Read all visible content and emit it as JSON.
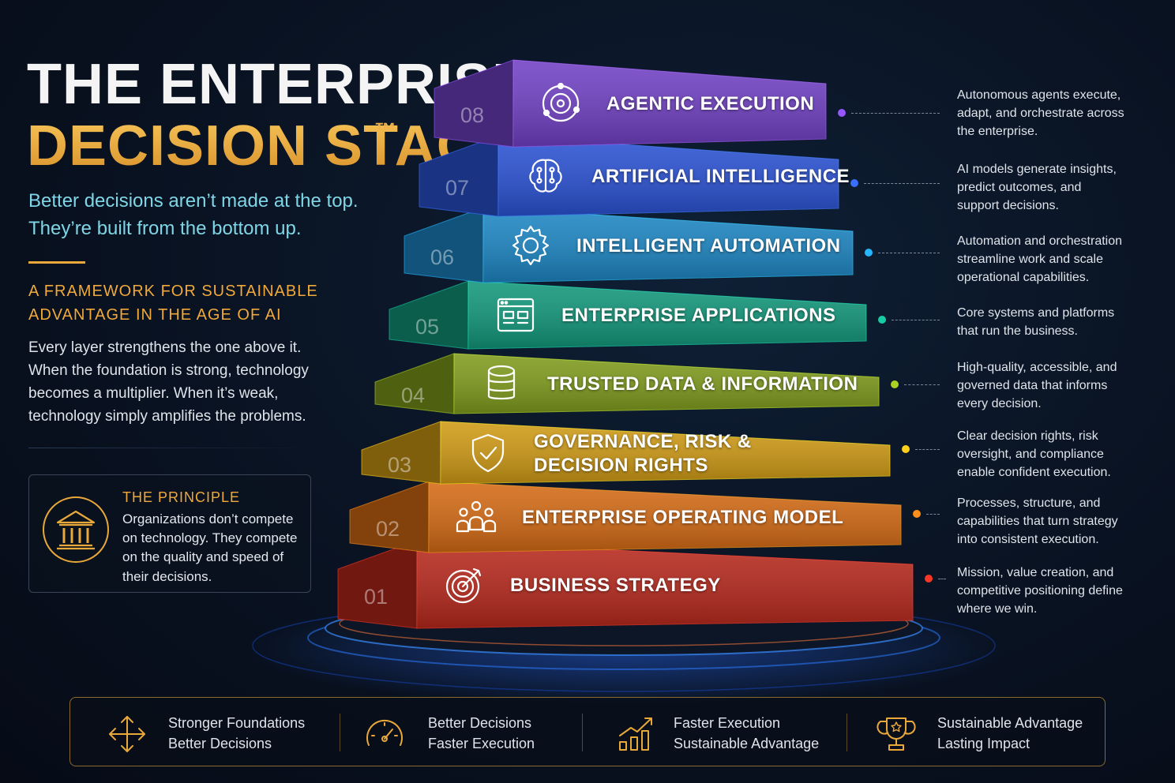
{
  "title": {
    "line1": "THE ENTERPRISE",
    "line2": "DECISION STACK",
    "trademark": "™"
  },
  "tagline": {
    "line1": "Better decisions aren’t made at the top.",
    "line2": "They’re built from the bottom up."
  },
  "subtitle": {
    "line1": "A FRAMEWORK FOR SUSTAINABLE",
    "line2": "ADVANTAGE IN THE AGE OF AI"
  },
  "body": {
    "line1": "Every layer strengthens the one above it.",
    "line2": "When the foundation is strong, technology",
    "line3": "becomes a multiplier. When it’s weak,",
    "line4": "technology simply amplifies the problems."
  },
  "principle": {
    "title": "THE PRINCIPLE",
    "line1": "Organizations don’t compete",
    "line2": "on technology. They compete",
    "line3": "on the quality and speed of",
    "line4": "their decisions.",
    "icon": "institution-icon"
  },
  "colors": {
    "accent": "#e8a83a",
    "teal": "#7fd6e6"
  },
  "layers": [
    {
      "num": "08",
      "label_line1": "AGENTIC EXECUTION",
      "label_line2": "",
      "icon": "agent-orbit-icon",
      "color": "#7040c4",
      "desc": [
        "Autonomous agents execute,",
        "adapt, and orchestrate across",
        "the enterprise."
      ]
    },
    {
      "num": "07",
      "label_line1": "ARTIFICIAL INTELLIGENCE",
      "label_line2": "",
      "icon": "brain-circuit-icon",
      "color": "#2a52d4",
      "desc": [
        "AI models generate insights,",
        "predict outcomes, and",
        "support decisions."
      ]
    },
    {
      "num": "06",
      "label_line1": "INTELLIGENT AUTOMATION",
      "label_line2": "",
      "icon": "gear-icon",
      "color": "#1c86c4",
      "desc": [
        "Automation and orchestration",
        "streamline work and scale",
        "operational capabilities."
      ]
    },
    {
      "num": "05",
      "label_line1": "ENTERPRISE APPLICATIONS",
      "label_line2": "",
      "icon": "app-window-icon",
      "color": "#11977a",
      "desc": [
        "Core systems and platforms",
        "that run the business."
      ]
    },
    {
      "num": "04",
      "label_line1": "TRUSTED DATA & INFORMATION",
      "label_line2": "",
      "icon": "database-icon",
      "color": "#7f9b1c",
      "desc": [
        "High-quality, accessible, and",
        "governed data that informs",
        "every decision."
      ]
    },
    {
      "num": "03",
      "label_line1": "GOVERNANCE, RISK &",
      "label_line2": "DECISION RIGHTS",
      "icon": "shield-check-icon",
      "color": "#cf9a14",
      "desc": [
        "Clear decision rights, risk",
        "oversight, and compliance",
        "enable confident execution."
      ]
    },
    {
      "num": "02",
      "label_line1": "ENTERPRISE OPERATING MODEL",
      "label_line2": "",
      "icon": "team-icon",
      "color": "#d46a14",
      "desc": [
        "Processes, structure, and",
        "capabilities that turn strategy",
        "into consistent execution."
      ]
    },
    {
      "num": "01",
      "label_line1": "BUSINESS STRATEGY",
      "label_line2": "",
      "icon": "target-icon",
      "color": "#b7281c",
      "desc": [
        "Mission, value creation, and",
        "competitive positioning define",
        "where we win."
      ]
    }
  ],
  "footer": [
    {
      "line1": "Stronger Foundations",
      "line2": "Better Decisions",
      "icon": "expand-arrows-icon"
    },
    {
      "line1": "Better Decisions",
      "line2": "Faster Execution",
      "icon": "speedometer-icon"
    },
    {
      "line1": "Faster Execution",
      "line2": "Sustainable Advantage",
      "icon": "growth-chart-icon"
    },
    {
      "line1": "Sustainable Advantage",
      "line2": "Lasting Impact",
      "icon": "trophy-icon"
    }
  ]
}
